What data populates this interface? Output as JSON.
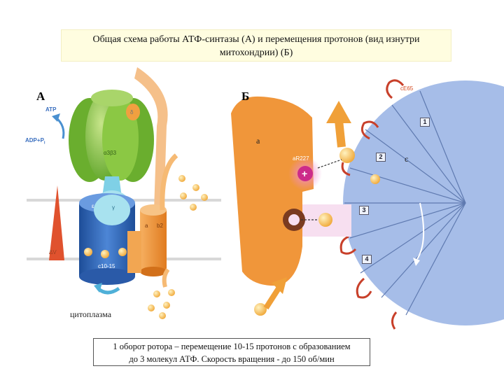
{
  "title_lines": [
    "Общая схема работы АТФ-синтазы (А) и перемещения протонов (вид изнутри",
    "митохондрии) (Б)"
  ],
  "panel_a": {
    "letter": "А",
    "atp": "ATP",
    "adp": "ADP+P",
    "adp_sub": "i",
    "delta": "δ",
    "alpha_beta": "α3β3",
    "epsilon": "ε",
    "gamma": "γ",
    "a": "a",
    "b2": "b2",
    "c_ring": "c10-15",
    "delta_v": "ΔV",
    "cytoplasm": "цитоплазма"
  },
  "panel_b": {
    "letter": "Б",
    "a": "a",
    "c": "c",
    "ar227": "aR227",
    "ce65": "cE65",
    "numbers": [
      "1",
      "2",
      "3",
      "4"
    ],
    "plus": "+"
  },
  "bottom_lines": [
    "1 оборот ротора – перемещение 10-15 протонов с образованием",
    "до 3 молекул АТФ. Скорость вращения  - до 150 об/мин"
  ],
  "colors": {
    "green": "#7bbf3a",
    "blue_ring": "#3c74c6",
    "orange": "#f0963a",
    "rotor_blue": "#8fb0e0",
    "proton": "#f5b84a",
    "red": "#d9472e",
    "magenta": "#cc2b8a"
  }
}
